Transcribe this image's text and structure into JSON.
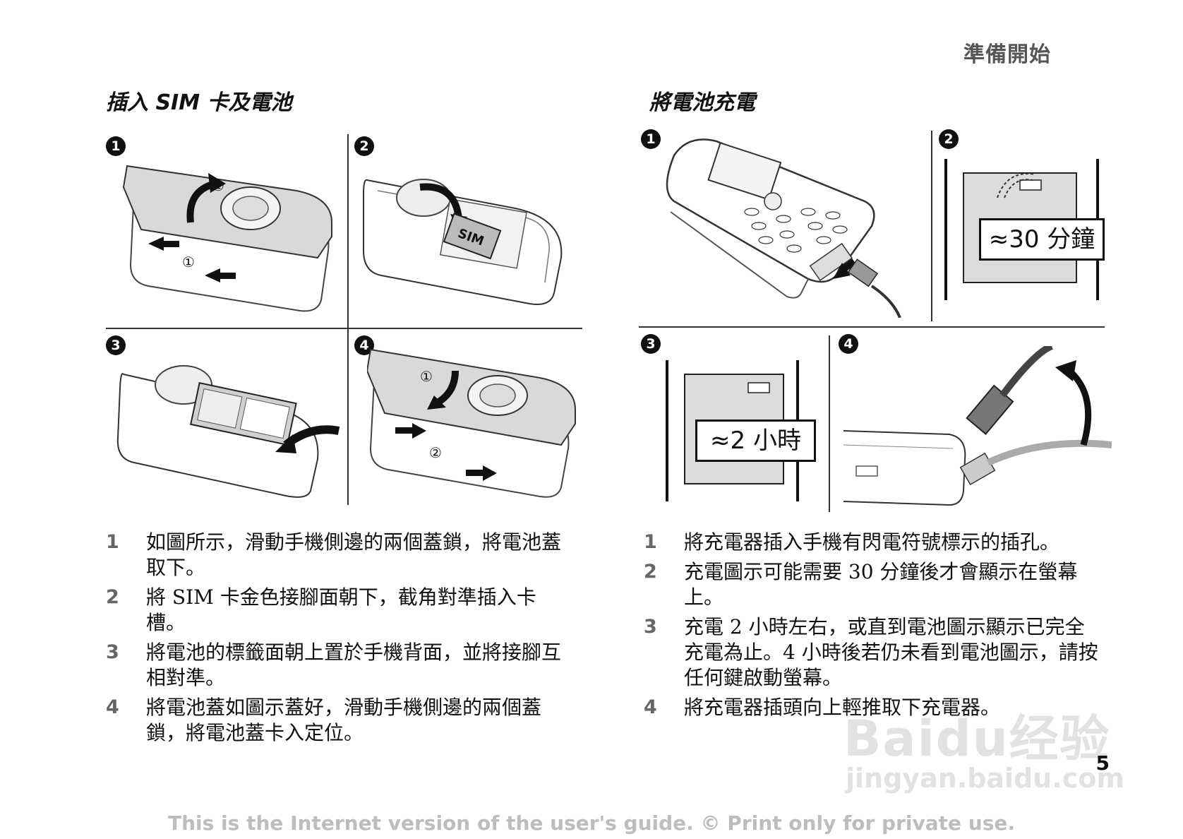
{
  "header": {
    "section": "準備開始"
  },
  "left": {
    "title": "插入 SIM 卡及電池",
    "panels": [
      "1",
      "2",
      "3",
      "4"
    ],
    "sim_label": "SIM",
    "circled": {
      "one": "①",
      "two": "②"
    },
    "steps": [
      {
        "num": "1",
        "text": "如圖所示，滑動手機側邊的兩個蓋鎖，將電池蓋取下。"
      },
      {
        "num": "2",
        "text": "將 SIM 卡金色接腳面朝下，截角對準插入卡槽。"
      },
      {
        "num": "3",
        "text": "將電池的標籤面朝上置於手機背面，並將接腳互相對準。"
      },
      {
        "num": "4",
        "text": "將電池蓋如圖示蓋好，滑動手機側邊的兩個蓋鎖，將電池蓋卡入定位。"
      }
    ]
  },
  "right": {
    "title": "將電池充電",
    "panels": [
      "1",
      "2",
      "3",
      "4"
    ],
    "callout_30": "≈30 分鐘",
    "callout_2h": "≈2 小時",
    "steps": [
      {
        "num": "1",
        "text": "將充電器插入手機有閃電符號標示的插孔。"
      },
      {
        "num": "2",
        "text": "充電圖示可能需要 30 分鐘後才會顯示在螢幕上。"
      },
      {
        "num": "3",
        "text": "充電 2 小時左右，或直到電池圖示顯示已完全充電為止。4 小時後若仍未看到電池圖示，請按任何鍵啟動螢幕。"
      },
      {
        "num": "4",
        "text": "將充電器插頭向上輕推取下充電器。"
      }
    ]
  },
  "page_number": "5",
  "footer": "This is the Internet version of the user's guide. © Print only for private use.",
  "watermark": {
    "brand": "Baidu经验",
    "url": "jingyan.baidu.com"
  }
}
